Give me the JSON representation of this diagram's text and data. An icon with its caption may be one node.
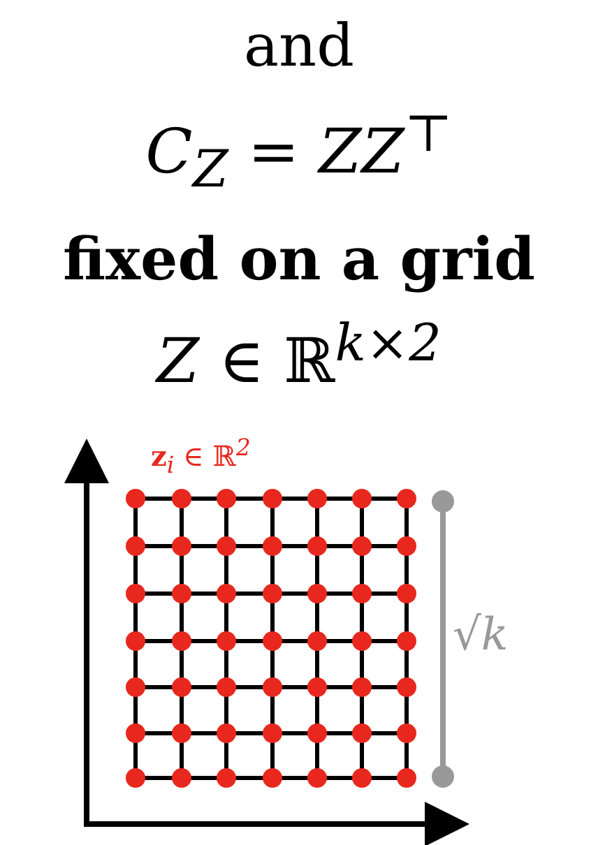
{
  "diagram": {
    "labels": [
      "and",
      "*C*$_{Z}$ = *ZZ*$^{⊤}$",
      "fixed on a grid",
      "*Z* ∈ ℝ$^{k×2}$",
      "**z**$_{i}$ ∈ ℝ$^{2}$",
      "√*k*"
    ]
  }
}
